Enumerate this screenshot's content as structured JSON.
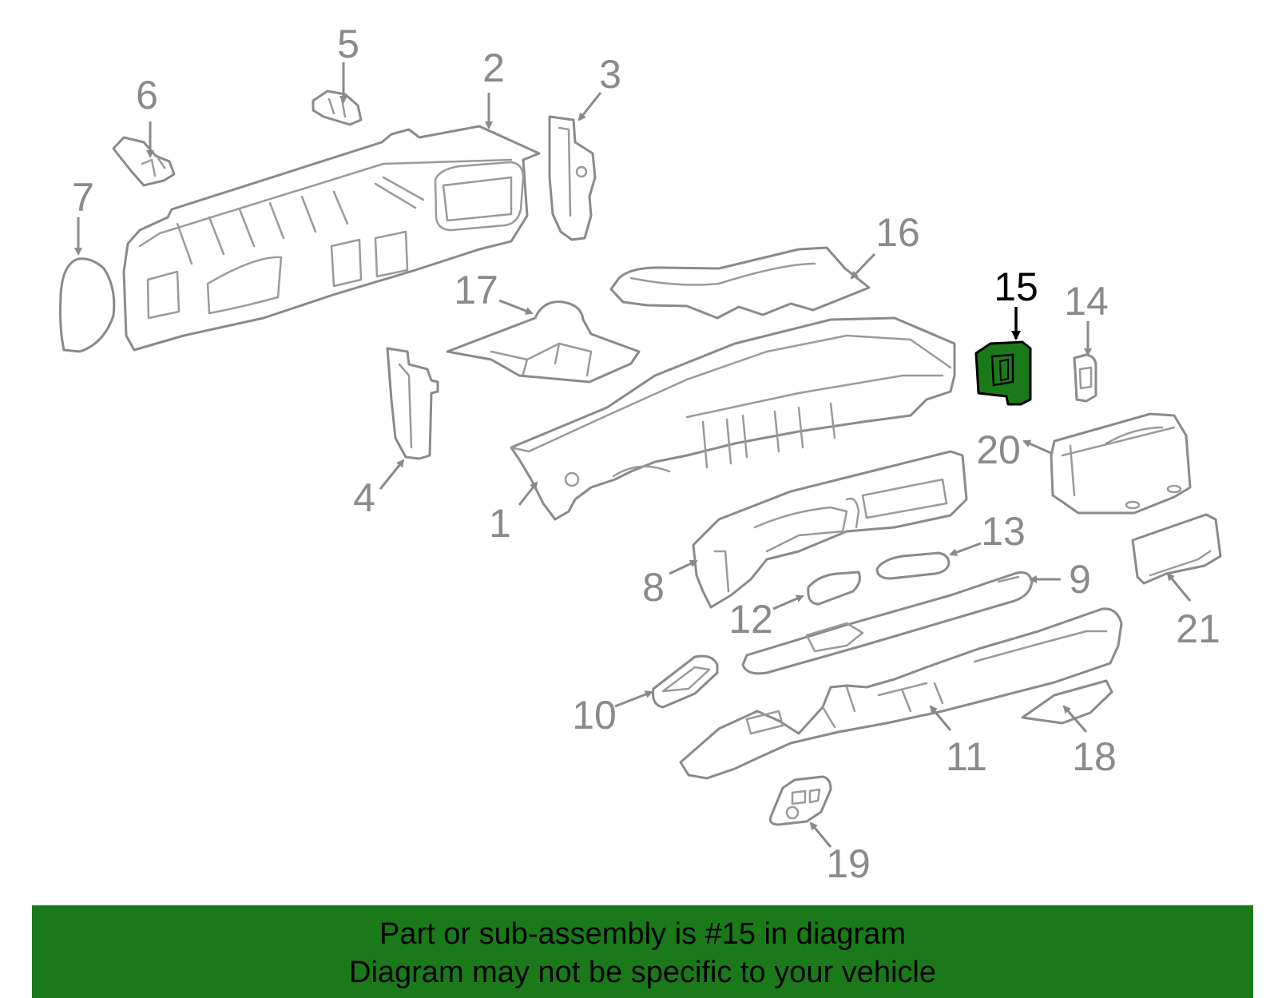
{
  "diagram": {
    "highlight_color": "#1a7a1a",
    "highlighted_part": "15",
    "callouts": {
      "c1": "1",
      "c2": "2",
      "c3": "3",
      "c4": "4",
      "c5": "5",
      "c6": "6",
      "c7": "7",
      "c8": "8",
      "c9": "9",
      "c10": "10",
      "c11": "11",
      "c12": "12",
      "c13": "13",
      "c14": "14",
      "c15": "15",
      "c16": "16",
      "c17": "17",
      "c18": "18",
      "c19": "19",
      "c20": "20",
      "c21": "21"
    }
  },
  "banner": {
    "line1": "Part or sub-assembly is #15 in diagram",
    "line2": "Diagram may not be specific to your vehicle"
  }
}
